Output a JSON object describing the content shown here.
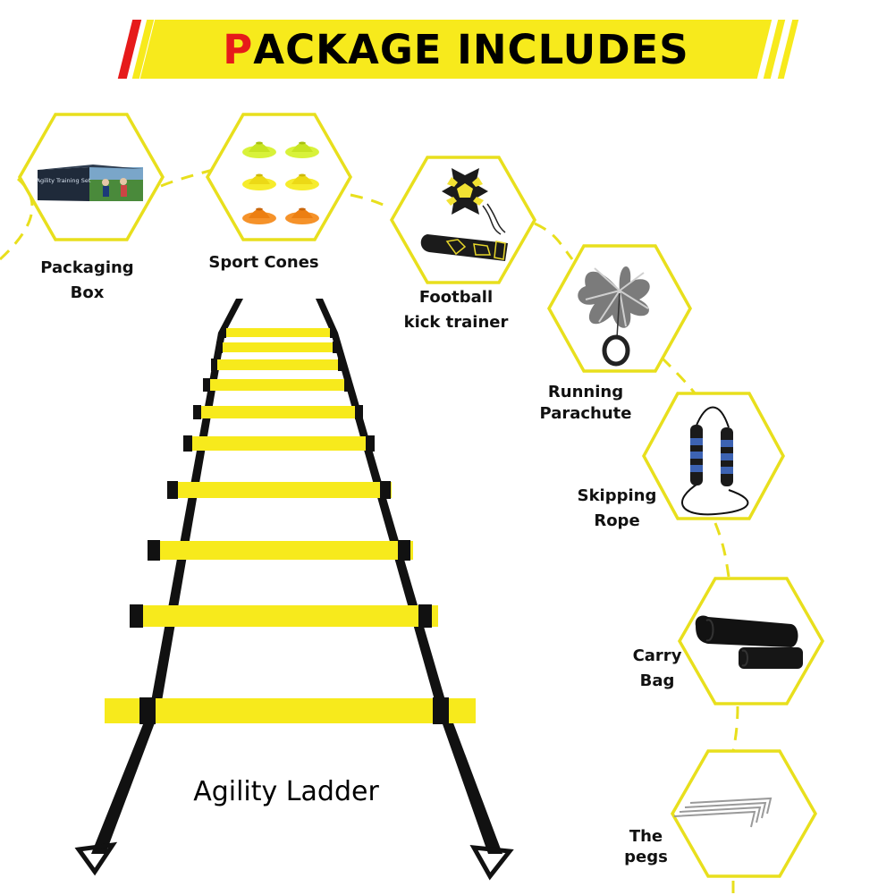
{
  "banner": {
    "title_first_letter": "P",
    "title_rest": "ackage Includes",
    "background_color": "#f7ea1c",
    "accent_color": "#e61a1a"
  },
  "items": [
    {
      "name": "packaging-box",
      "line1": "Packaging",
      "line2": "Box",
      "icon": "box-icon",
      "box_text": "Agility Training Set"
    },
    {
      "name": "sport-cones",
      "line1": "Sport Cones",
      "line2": "",
      "icon": "cones-icon"
    },
    {
      "name": "football-kick-trainer",
      "line1": "Football",
      "line2": "kick trainer",
      "icon": "kick-trainer-icon"
    },
    {
      "name": "running-parachute",
      "line1": "Running",
      "line2": "Parachute",
      "icon": "parachute-icon"
    },
    {
      "name": "skipping-rope",
      "line1": "Skipping",
      "line2": "Rope",
      "icon": "skipping-rope-icon"
    },
    {
      "name": "carry-bag",
      "line1": "Carry",
      "line2": "Bag",
      "icon": "carry-bag-icon"
    },
    {
      "name": "the-pegs",
      "line1": "The",
      "line2": "pegs",
      "icon": "pegs-icon"
    }
  ],
  "ladder": {
    "label": "Agility Ladder",
    "rung_color": "#f7ea1c",
    "strap_color": "#111111",
    "rung_count": 10
  },
  "hexagon": {
    "border_color": "#e8df1d",
    "fill_color": "#ffffff"
  }
}
